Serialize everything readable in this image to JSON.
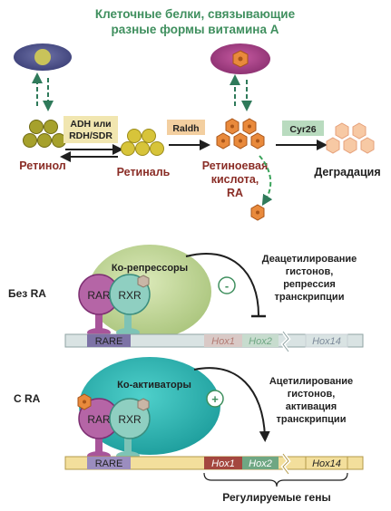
{
  "title": {
    "line1": "Клеточные белки, связывающие",
    "line2": "разные формы витамина А"
  },
  "pathway": {
    "retinol": "Ретинол",
    "retinal": "Ретиналь",
    "ra_line1": "Ретиноевая",
    "ra_line2": "кислота,",
    "ra_line3": "RA",
    "degradation": "Деградация",
    "enzyme_adh_line1": "ADH или",
    "enzyme_adh_line2": "RDH/SDR",
    "enzyme_raldh": "Raldh",
    "enzyme_cyp": "Cyr26"
  },
  "without_ra": {
    "side_label": "Без RA",
    "complex_label": "Ко-репрессоры",
    "rar": "RAR",
    "rxr": "RXR",
    "sign": "-",
    "note_line1": "Деацетилирование",
    "note_line2": "гистонов,",
    "note_line3": "репрессия",
    "note_line4": "транскрипции",
    "rare": "RARE",
    "genes": [
      "Hox1",
      "Hox2",
      "Hox14"
    ]
  },
  "with_ra": {
    "side_label": "С RA",
    "complex_label": "Ко-активаторы",
    "rar": "RAR",
    "rxr": "RXR",
    "sign": "+",
    "note_line1": "Ацетилирование",
    "note_line2": "гистонов,",
    "note_line3": "активация",
    "note_line4": "транскрипции",
    "rare": "RARE",
    "genes": [
      "Hox1",
      "Hox2",
      "Hox14"
    ],
    "regulated_genes": "Регулируемые гены"
  },
  "colors": {
    "title_green": "#3f8f5e",
    "label_red": "#8a2d26",
    "arrow_green": "#2f7a5a",
    "corepressor": "#c2d89a",
    "coactivator": "#2bb3b0",
    "rar_purple": "#a8559a",
    "rxr_teal": "#7ec3b6",
    "retinol_olive": "#a6a12c",
    "retinal_yellow": "#d7c43a",
    "ra_orange": "#e98a3c",
    "dna_grey": "#d9e3e3",
    "dna_yellow": "#f3df9c",
    "hox_brown": "#a4473f",
    "hox_green": "#6fa783"
  }
}
